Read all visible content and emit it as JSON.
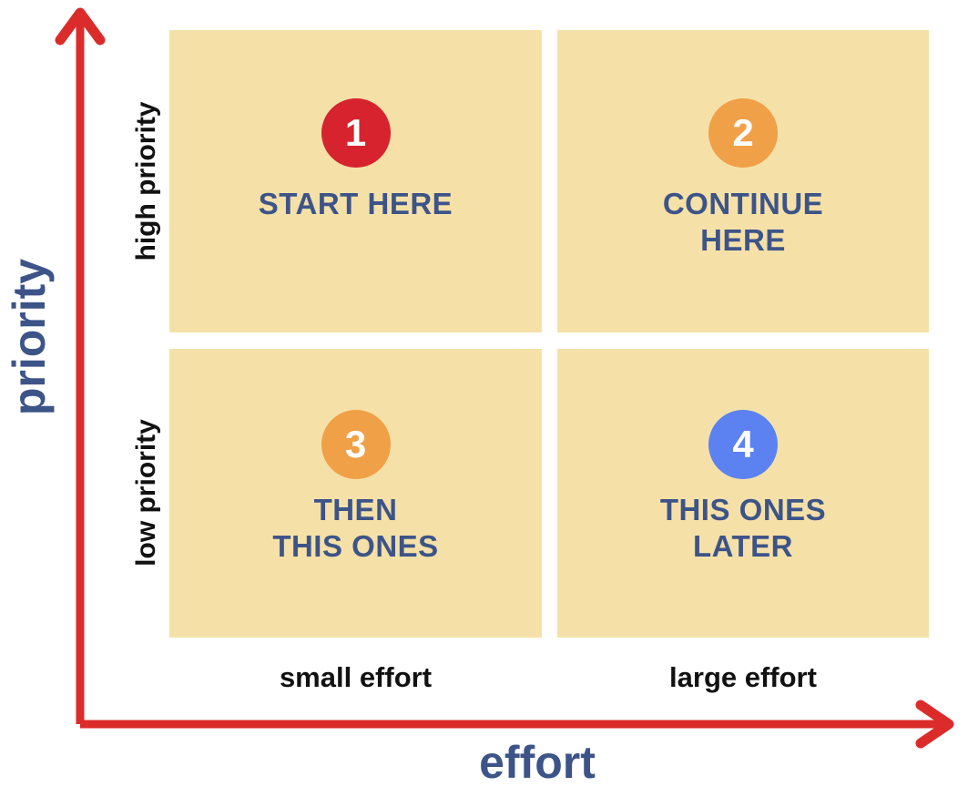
{
  "axes": {
    "y_title": "priority",
    "x_title": "effort",
    "y_ticks": [
      "high priority",
      "low priority"
    ],
    "x_ticks": [
      "small effort",
      "large effort"
    ],
    "arrow_color": "#dc2b2b",
    "title_color": "#3d5488",
    "tick_color": "#111111"
  },
  "quadrant_fill": "#f5e1a8",
  "chart_data": {
    "type": "scatter",
    "title": "",
    "xlabel": "effort",
    "ylabel": "priority",
    "x_categories": [
      "small effort",
      "large effort"
    ],
    "y_categories": [
      "high priority",
      "low priority"
    ],
    "grid": false,
    "legend": "none",
    "quadrants": [
      {
        "number": "1",
        "label": "START HERE",
        "x": "small effort",
        "y": "high priority",
        "color": "#d7232e"
      },
      {
        "number": "2",
        "label": "CONTINUE\nHERE",
        "x": "large effort",
        "y": "high priority",
        "color": "#f0a046"
      },
      {
        "number": "3",
        "label": "THEN\nTHIS ONES",
        "x": "small effort",
        "y": "low priority",
        "color": "#f0a046"
      },
      {
        "number": "4",
        "label": "THIS ONES\nLATER",
        "x": "large effort",
        "y": "low priority",
        "color": "#5b82f0"
      }
    ]
  }
}
